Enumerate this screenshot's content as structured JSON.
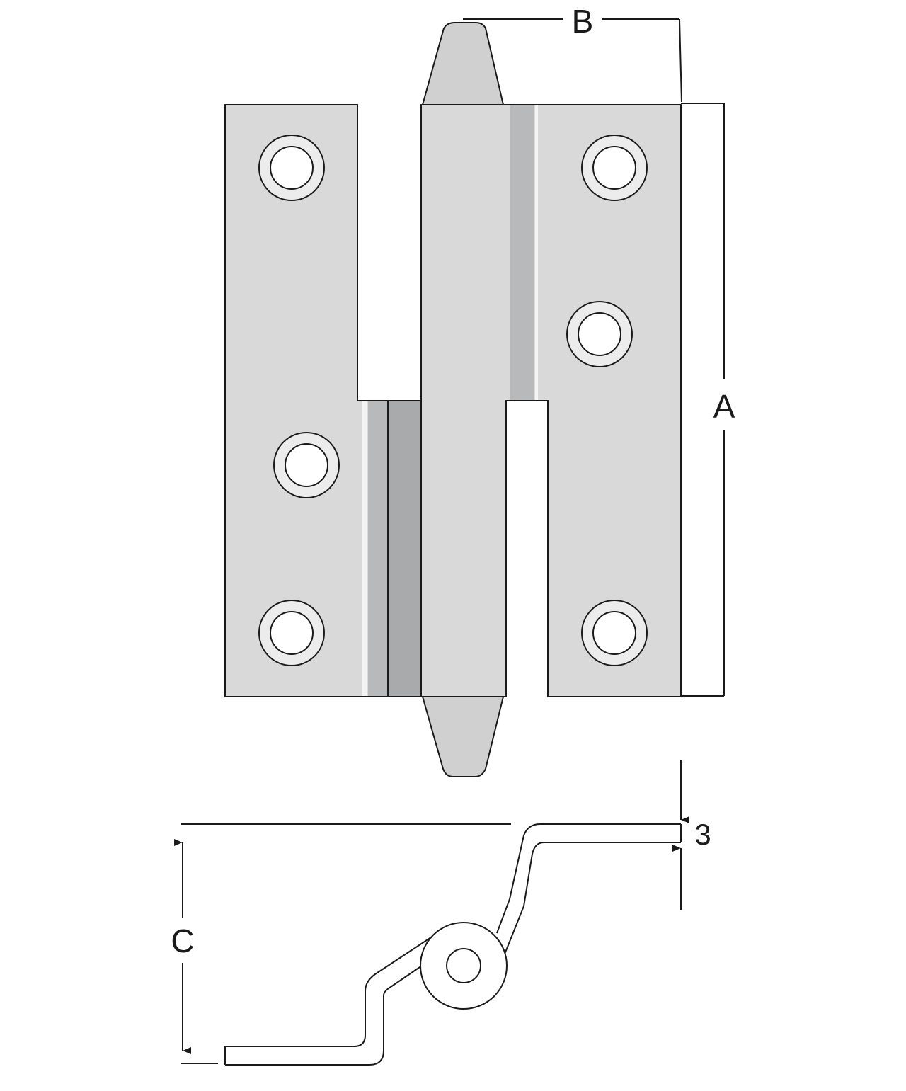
{
  "labels": {
    "dim_a": "A",
    "dim_b": "B",
    "dim_c": "C",
    "dim_thickness": "3"
  },
  "colors": {
    "outline": "#1a1a1a",
    "plate_fill": "#d9d9d9",
    "knuckle_shade": "#b8b9bb",
    "knuckle_dark": "#a9aaac",
    "highlight": "#f4f4f4",
    "hole_ring": "#ececec",
    "hole_center": "#ffffff"
  }
}
